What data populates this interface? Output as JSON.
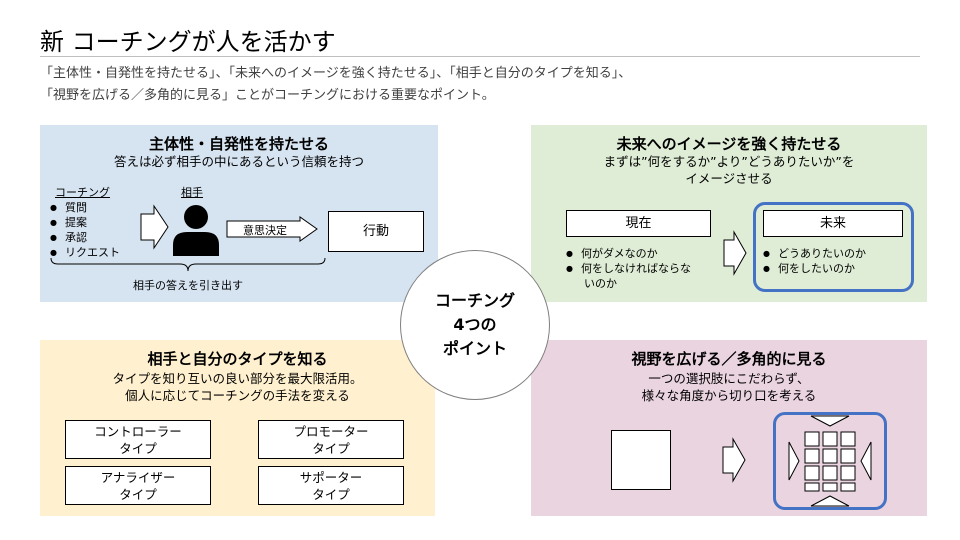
{
  "title": "新 コーチングが人を活かす",
  "subtitle_lines": [
    "「主体性・自発性を持たせる」、「未来へのイメージを強く持たせる」、「相手と自分のタイプを知る」、",
    "「視野を広げる／多角的に見る」ことがコーチングにおける重要なポイント。"
  ],
  "center": "コーチング\n4つの\nポイント",
  "q1": {
    "title": "主体性・自発性を持たせる",
    "sub": "答えは必ず相手の中にあるという信頼を持つ",
    "coaching_label": "コーチング",
    "items": [
      "質問",
      "提案",
      "承認",
      "リクエスト"
    ],
    "partner_label": "相手",
    "decision": "意思決定",
    "action": "行動",
    "bottom": "相手の答えを引き出す"
  },
  "q2": {
    "title": "未来へのイメージを強く持たせる",
    "sub": "まずは”何をするか”より”どうありたいか”を\nイメージさせる",
    "now": "現在",
    "future": "未来",
    "now_items": [
      "何がダメなのか",
      "何をしなければならないのか"
    ],
    "future_items": [
      "どうありたいのか",
      "何をしたいのか"
    ]
  },
  "q3": {
    "title": "相手と自分のタイプを知る",
    "sub": "タイプを知り互いの良い部分を最大限活用。\n個人に応じてコーチングの手法を変える",
    "types": [
      "コントローラー\nタイプ",
      "プロモーター\nタイプ",
      "アナライザー\nタイプ",
      "サポーター\nタイプ"
    ]
  },
  "q4": {
    "title": "視野を広げる／多角的に見る",
    "sub": "一つの選択肢にこだわらず、\n様々な角度から切り口を考える"
  },
  "colors": {
    "blue_bg": "#d6e3f1",
    "green_bg": "#dfedd6",
    "yellow_bg": "#fff1cf",
    "pink_bg": "#ead4e0",
    "highlight": "#4472c4"
  }
}
